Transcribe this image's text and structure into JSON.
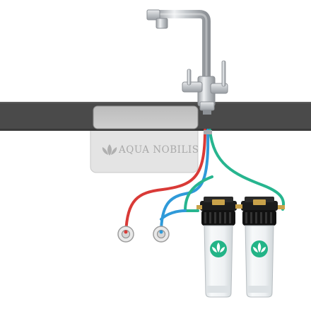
{
  "brand": {
    "logo_text": "AQUA NOBILIS",
    "logo": "lotus-logo-icon"
  },
  "scene": {
    "faucet": "three-way-kitchen-faucet",
    "countertop_color": "#4a4a4a",
    "sink_color": "#c5c5c5",
    "hot_line_color": "#d93a37",
    "cold_line_color": "#2f9ad9",
    "filtered_line_color": "#27b58f",
    "filter_housings": 2,
    "filter_badge_color": "#23b487"
  }
}
